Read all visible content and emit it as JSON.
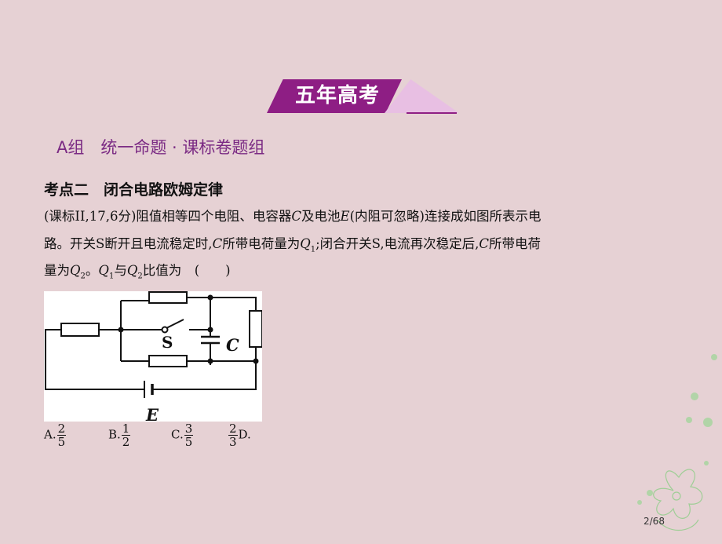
{
  "banner": {
    "title": "五年高考"
  },
  "group_title": "A组　统一命题 · 课标卷题组",
  "section_title": "考点二　闭合电路欧姆定律",
  "question": {
    "line1_a": "(课标II,17,6分)阻值相等四个电阻、电容器",
    "line1_c": "C",
    "line1_b": "及电池",
    "line1_e": "E",
    "line1_d": "(内阻可忽略)连接成如图所表示电",
    "line2_a": "路。开关S断开且电流稳定时,",
    "line2_c": "C",
    "line2_b": "所带电荷量为",
    "line2_q": "Q",
    "line2_sub": "1",
    "line2_d": ";闭合开关S,电流再次稳定后,",
    "line2_c2": "C",
    "line2_e": "所带电荷",
    "line3_a": "量为",
    "line3_q2": "Q",
    "line3_sub2": "2",
    "line3_b": "。",
    "line3_q1": "Q",
    "line3_sub1": "1",
    "line3_c": "与",
    "line3_q2b": "Q",
    "line3_sub2b": "2",
    "line3_d": "比值为　(　　)"
  },
  "circuit": {
    "switch_label": "S",
    "capacitor_label": "C",
    "battery_label": "E"
  },
  "options": [
    {
      "letter": "A.",
      "num": "2",
      "den": "5"
    },
    {
      "letter": "B.",
      "num": "1",
      "den": "2"
    },
    {
      "letter": "C.",
      "num": "3",
      "den": "5"
    },
    {
      "letter": "D.",
      "num": "2",
      "den": "3"
    }
  ],
  "pager": "2/68",
  "colors": {
    "background": "#e6d1d4",
    "banner_dark": "#8e1e84",
    "banner_light": "#e8bfe3",
    "group_title": "#7b2b84"
  }
}
